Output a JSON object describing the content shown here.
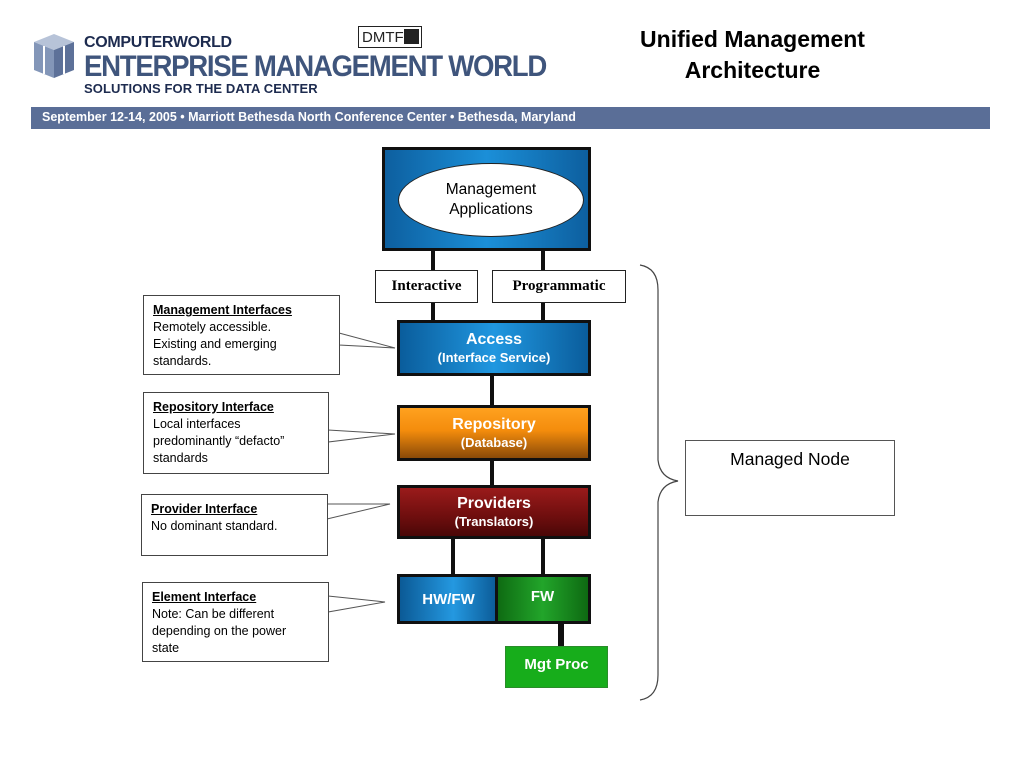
{
  "header": {
    "brand_top": "COMPUTERWORLD",
    "brand_main": "ENTERPRISE MANAGEMENT WORLD",
    "brand_sub": "SOLUTIONS FOR THE DATA CENTER",
    "partner_logo": "DMTF",
    "title_line1": "Unified Management",
    "title_line2": "Architecture",
    "banner": "September 12-14, 2005 • Marriott Bethesda North Conference Center • Bethesda, Maryland"
  },
  "diagram": {
    "management_apps": {
      "line1": "Management",
      "line2": "Applications"
    },
    "interactive": "Interactive",
    "programmatic": "Programmatic",
    "access": {
      "title": "Access",
      "sub": "(Interface Service)"
    },
    "repository": {
      "title": "Repository",
      "sub": "(Database)"
    },
    "providers": {
      "title": "Providers",
      "sub": "(Translators)"
    },
    "hwfw": "HW/FW",
    "fw": "FW",
    "mgt_proc": "Mgt Proc",
    "managed_node": "Managed Node"
  },
  "callouts": {
    "management": {
      "heading": "Management Interfaces",
      "lines": [
        "Remotely accessible.",
        "Existing and emerging",
        "standards."
      ]
    },
    "repository": {
      "heading": "Repository Interface",
      "lines": [
        "Local interfaces",
        "predominantly “defacto”",
        "standards"
      ]
    },
    "provider": {
      "heading": "Provider Interface",
      "lines": [
        "No dominant standard."
      ]
    },
    "element": {
      "heading": "Element Interface",
      "lines": [
        "Note: Can be different",
        "depending on the power",
        "state"
      ]
    }
  },
  "colors": {
    "banner": "#5a6e97",
    "access_blue": "#1b8fd8",
    "repository_orange": "#f48c0c",
    "providers_red": "#6e0e0e",
    "fw_green": "#22a52a",
    "mgt_proc_green": "#17ad1b"
  }
}
